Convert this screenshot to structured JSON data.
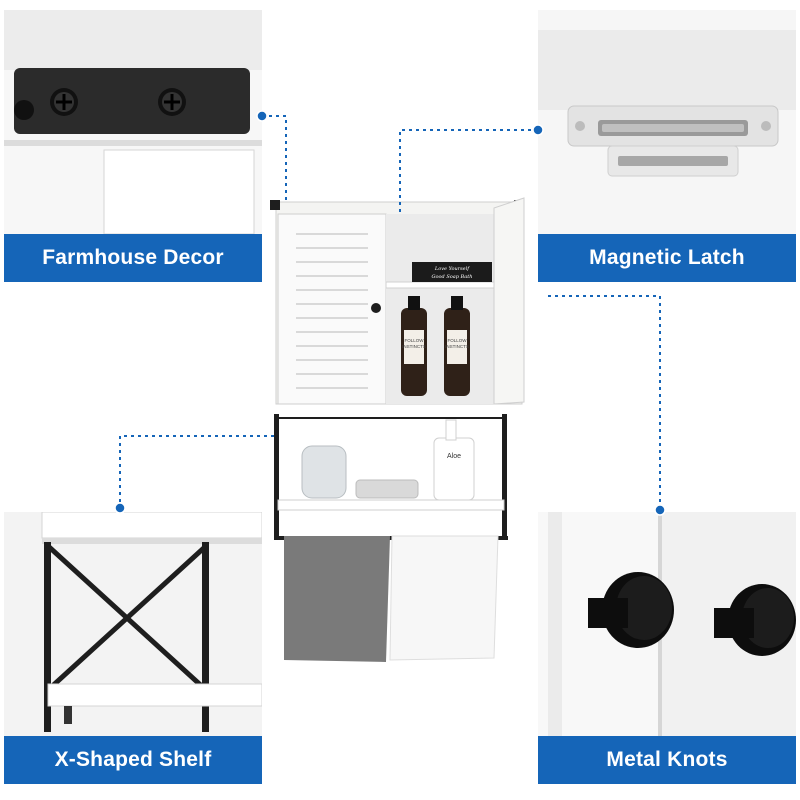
{
  "features": [
    {
      "label": "Farmhouse Decor"
    },
    {
      "label": "Magnetic Latch"
    },
    {
      "label": "X-Shaped Shelf"
    },
    {
      "label": "Metal Knots"
    }
  ],
  "bottles": {
    "brand_line1": "FOLLOW",
    "brand_line2": "INSTINCTS"
  },
  "lotion": {
    "brand": "Aloe"
  },
  "book": {
    "title_line1": "Love Yourself",
    "title_line2": "Good Soap Bath"
  },
  "colors": {
    "label_bg": "#1565b8",
    "label_text": "#ffffff",
    "connector": "#1565b8",
    "cabinet": "#f4f4f2",
    "metal": "#1e1e1e"
  }
}
